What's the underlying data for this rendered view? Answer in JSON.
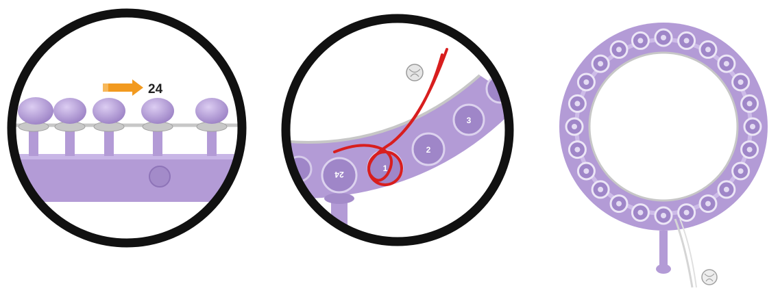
{
  "colors": {
    "purple": "#b39bd6",
    "purple_light": "#cdbbe8",
    "purple_dark": "#8e74b8",
    "ring_outline": "#111111",
    "red": "#d81e1e",
    "orange": "#f29a1f",
    "grey": "#c7c7c7"
  },
  "panel1": {
    "arrow_label": "24",
    "arrow_icon": "orange-arrow-icon"
  },
  "panel2": {
    "peg_labels": [
      "24",
      "1",
      "2",
      "3"
    ],
    "yarn_icon": "yarn-ball-icon"
  },
  "panel3": {
    "peg_count": 24,
    "yarn_icon": "yarn-ball-icon"
  }
}
